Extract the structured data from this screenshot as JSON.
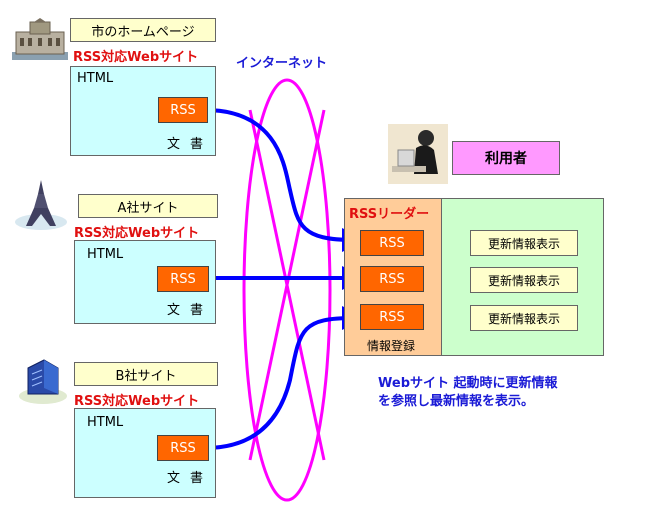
{
  "sites": [
    {
      "name": "市のホームページ",
      "title": "RSS対応Webサイト",
      "html": "HTML",
      "rss": "RSS",
      "doc": "文書",
      "icon": "city-building-icon"
    },
    {
      "name": "A社サイト",
      "title": "RSS対応Webサイト",
      "html": "HTML",
      "rss": "RSS",
      "doc": "文書",
      "icon": "eiffel-tower-icon"
    },
    {
      "name": "B社サイト",
      "title": "RSS対応Webサイト",
      "html": "HTML",
      "rss": "RSS",
      "doc": "文書",
      "icon": "office-building-icon"
    }
  ],
  "internet_label": "インターネット",
  "user_label": "利用者",
  "reader": {
    "title": "RSSリーダー",
    "rss_items": [
      "RSS",
      "RSS",
      "RSS"
    ],
    "register_label": "情報登録",
    "updates": [
      "更新情報表示",
      "更新情報表示",
      "更新情報表示"
    ]
  },
  "caption": {
    "line1": "Webサイト 起動時に更新情報",
    "line2": "を参照し最新情報を表示。"
  },
  "colors": {
    "rss": "#ff6600",
    "html_box": "#ccffff",
    "label": "#ffffcc",
    "reader_bg": "#ffcc99",
    "display_bg": "#ccffcc",
    "internet": "#ff00ff",
    "arrow": "#0000ff",
    "title_red": "#e01010",
    "caption_blue": "#1a1ad6"
  }
}
